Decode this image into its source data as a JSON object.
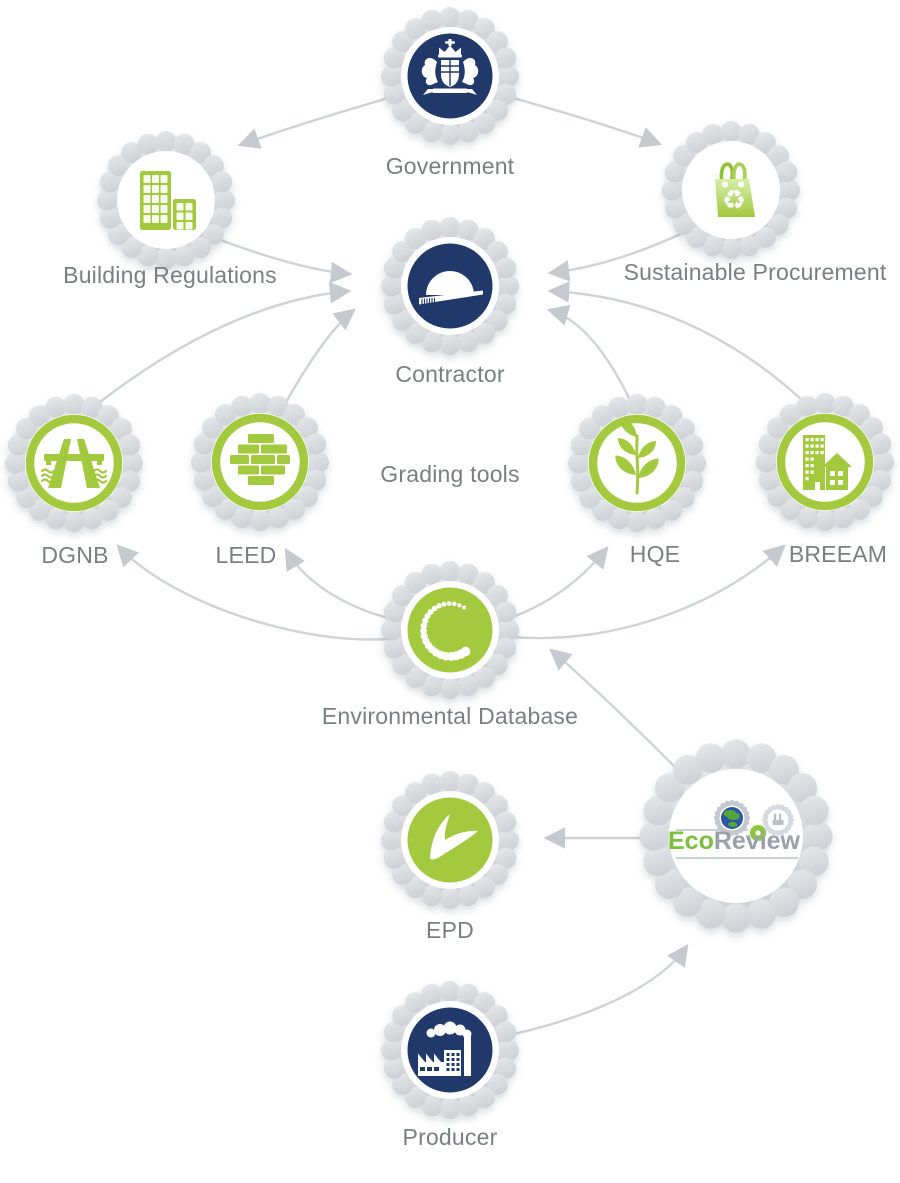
{
  "diagram": {
    "nodes": {
      "government": {
        "label": "Government",
        "icon": "dutch-lion-emblem-icon",
        "style": "navy"
      },
      "building_regulations": {
        "label": "Building Regulations",
        "icon": "buildings-icon",
        "style": "white"
      },
      "sustainable_procurement": {
        "label": "Sustainable Procurement",
        "icon": "recycle-shopping-bag-icon",
        "style": "white"
      },
      "contractor": {
        "label": "Contractor",
        "icon": "hard-hat-icon",
        "style": "navy"
      },
      "grading_tools": {
        "label": "Grading tools"
      },
      "dgnb": {
        "label": "DGNB",
        "icon": "highway-bridge-icon",
        "style": "green-ring"
      },
      "leed": {
        "label": "LEED",
        "icon": "brick-wall-icon",
        "style": "green-ring"
      },
      "hqe": {
        "label": "HQE",
        "icon": "plant-leaves-icon",
        "style": "green-ring"
      },
      "breeam": {
        "label": "BREEAM",
        "icon": "city-buildings-icon",
        "style": "green-ring"
      },
      "environmental_database": {
        "label": "Environmental Database",
        "icon": "dotted-swirl-icon",
        "style": "green-fill"
      },
      "epd": {
        "label": "EPD",
        "icon": "swoosh-icon",
        "style": "green-fill"
      },
      "ecoreview": {
        "logo_eco": "Eco",
        "logo_review": "Review",
        "icon": "ecoreview-logo",
        "style": "logo"
      },
      "producer": {
        "label": "Producer",
        "icon": "factory-icon",
        "style": "navy"
      }
    },
    "connections": [
      {
        "from": "government",
        "to": "building_regulations"
      },
      {
        "from": "government",
        "to": "sustainable_procurement"
      },
      {
        "from": "building_regulations",
        "to": "contractor"
      },
      {
        "from": "sustainable_procurement",
        "to": "contractor"
      },
      {
        "from": "dgnb",
        "to": "contractor"
      },
      {
        "from": "leed",
        "to": "contractor"
      },
      {
        "from": "hqe",
        "to": "contractor"
      },
      {
        "from": "breeam",
        "to": "contractor"
      },
      {
        "from": "environmental_database",
        "to": "dgnb"
      },
      {
        "from": "environmental_database",
        "to": "leed"
      },
      {
        "from": "environmental_database",
        "to": "hqe"
      },
      {
        "from": "environmental_database",
        "to": "breeam"
      },
      {
        "from": "ecoreview",
        "to": "environmental_database"
      },
      {
        "from": "ecoreview",
        "to": "epd"
      },
      {
        "from": "producer",
        "to": "ecoreview"
      }
    ],
    "colors": {
      "green": "#a3c93e",
      "navy": "#21386b",
      "gear_gray": "#d4d8db",
      "arrow_gray": "#cfd2d6",
      "label_gray": "#7b7e82",
      "logo_green": "#7dbe3c",
      "logo_gray": "#99a0a7",
      "globe_blue": "#2a57a8"
    }
  }
}
